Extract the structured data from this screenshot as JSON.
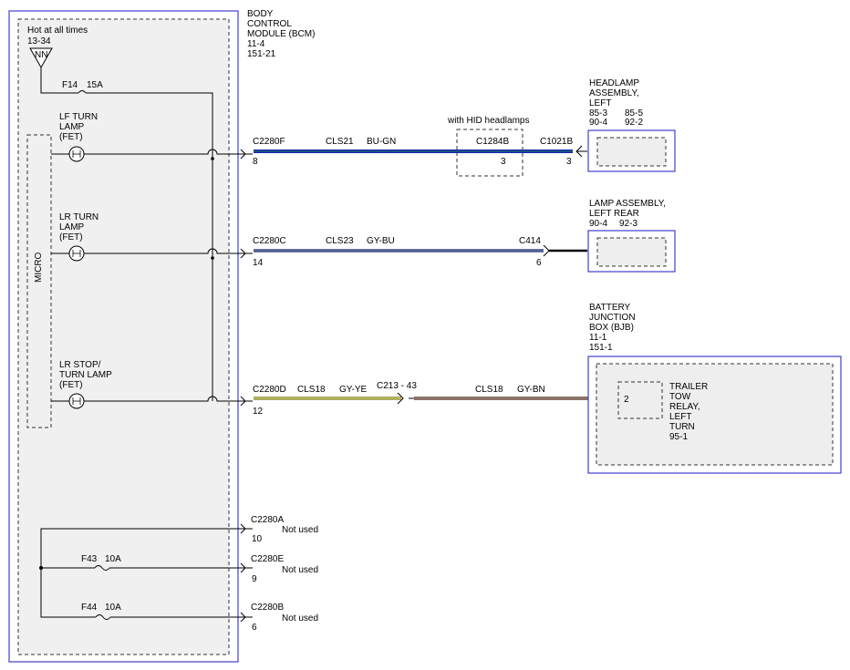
{
  "bcm": {
    "title_lines": [
      "BODY",
      "CONTROL",
      "MODULE (BCM)",
      "11-4",
      "151-21"
    ],
    "power_label": "Hot at all times",
    "power_ref": "13-34",
    "power_node": "NN",
    "fuse_main": "F14",
    "fuse_main_rating": "15A",
    "micro_label": "MICRO",
    "circuits": [
      {
        "name_lines": [
          "LF TURN",
          "LAMP",
          "(FET)"
        ]
      },
      {
        "name_lines": [
          "LR TURN",
          "LAMP",
          "(FET)"
        ]
      },
      {
        "name_lines": [
          "LR STOP/",
          "TURN LAMP",
          "(FET)"
        ]
      }
    ]
  },
  "wires": [
    {
      "connector": "C2280F",
      "pin": "8",
      "circuit": "CLS21",
      "color_code": "BU-GN",
      "color": "#1428b4",
      "mid_connector": "C1284B",
      "mid_pin": "3",
      "mid_note": "with HID headlamps",
      "end_connector": "C1021B",
      "end_pin": "3"
    },
    {
      "connector": "C2280C",
      "pin": "14",
      "circuit": "CLS23",
      "color_code": "GY-BU",
      "color": "#6e7896",
      "end_connector": "C414",
      "end_pin": "6"
    },
    {
      "connector": "C2280D",
      "pin": "12",
      "circuit": "CLS18",
      "color_code": "GY-YE",
      "color": "#a8a86a",
      "splice_connector": "C213 - 43",
      "circuit2": "CLS18",
      "color_code2": "GY-BN",
      "color2": "#8a7268",
      "end_pin": "2"
    }
  ],
  "components": {
    "headlamp": {
      "lines": [
        "HEADLAMP",
        "ASSEMBLY,",
        "LEFT"
      ],
      "refs": [
        [
          "85-3",
          "85-5"
        ],
        [
          "90-4",
          "92-2"
        ]
      ]
    },
    "rear_lamp": {
      "lines": [
        "LAMP ASSEMBLY,",
        "LEFT REAR"
      ],
      "refs": [
        [
          "90-4",
          "92-3"
        ]
      ]
    },
    "bjb": {
      "lines": [
        "BATTERY",
        "JUNCTION",
        "BOX (BJB)",
        "11-1",
        "151-1"
      ],
      "relay_lines": [
        "TRAILER",
        "TOW",
        "RELAY,",
        "LEFT",
        "TURN",
        "95-1"
      ]
    }
  },
  "unused": [
    {
      "connector": "C2280A",
      "pin": "10",
      "note": "Not used"
    },
    {
      "connector": "C2280E",
      "pin": "9",
      "note": "Not used",
      "fuse": "F43",
      "fuse_rating": "10A"
    },
    {
      "connector": "C2280B",
      "pin": "6",
      "note": "Not used",
      "fuse": "F44",
      "fuse_rating": "10A"
    }
  ]
}
